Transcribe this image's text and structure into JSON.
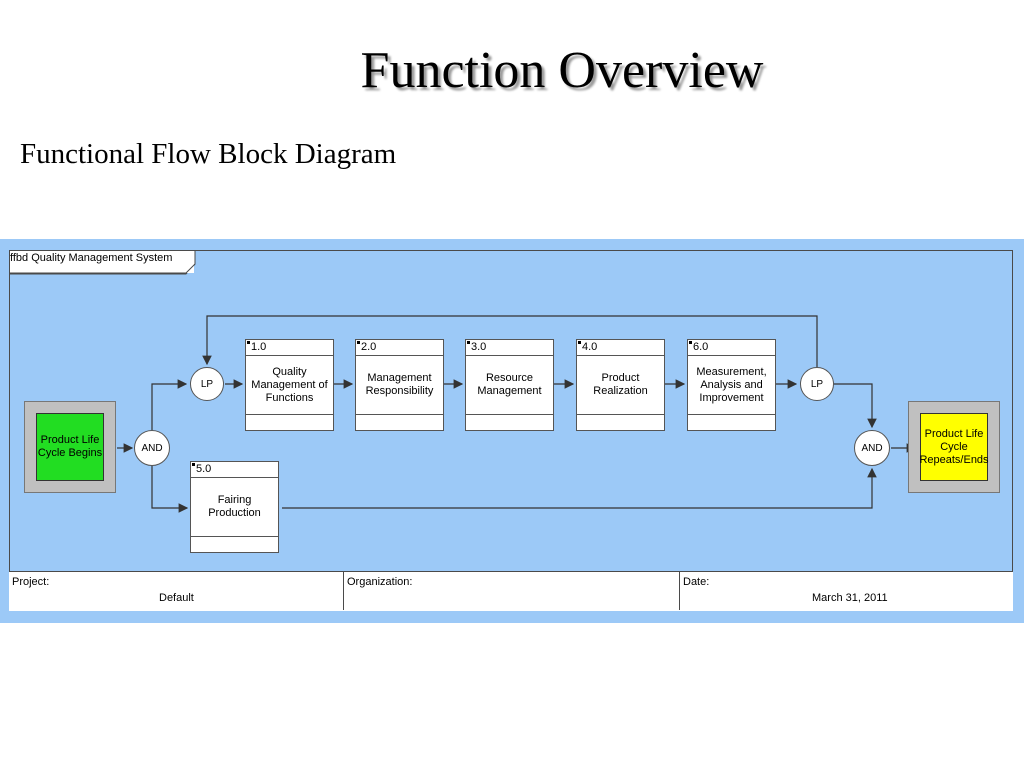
{
  "slide": {
    "title": "Function Overview",
    "subtitle": "Functional  Flow Block Diagram"
  },
  "diagram": {
    "frame_label": "ffbd Quality Management System",
    "start": {
      "label": "Product Life Cycle Begins",
      "color": "#22dd22"
    },
    "end": {
      "label": "Product Life Cycle Repeats/Ends",
      "color": "#ffff00"
    },
    "nodes": {
      "and_left": "AND",
      "lp_left": "LP",
      "lp_right": "LP",
      "and_right": "AND"
    },
    "functions": [
      {
        "id": "1.0",
        "label": "Quality Management of Functions"
      },
      {
        "id": "2.0",
        "label": "Management Responsibility"
      },
      {
        "id": "3.0",
        "label": "Resource Management"
      },
      {
        "id": "4.0",
        "label": "Product Realization"
      },
      {
        "id": "6.0",
        "label": "Measurement, Analysis and Improvement"
      },
      {
        "id": "5.0",
        "label": "Fairing Production"
      }
    ],
    "footer": {
      "project_label": "Project:",
      "project_value": "Default",
      "organization_label": "Organization:",
      "organization_value": "",
      "date_label": "Date:",
      "date_value": "March 31, 2011"
    },
    "colors": {
      "panel": "#9cc9f7",
      "line": "#333333"
    }
  }
}
